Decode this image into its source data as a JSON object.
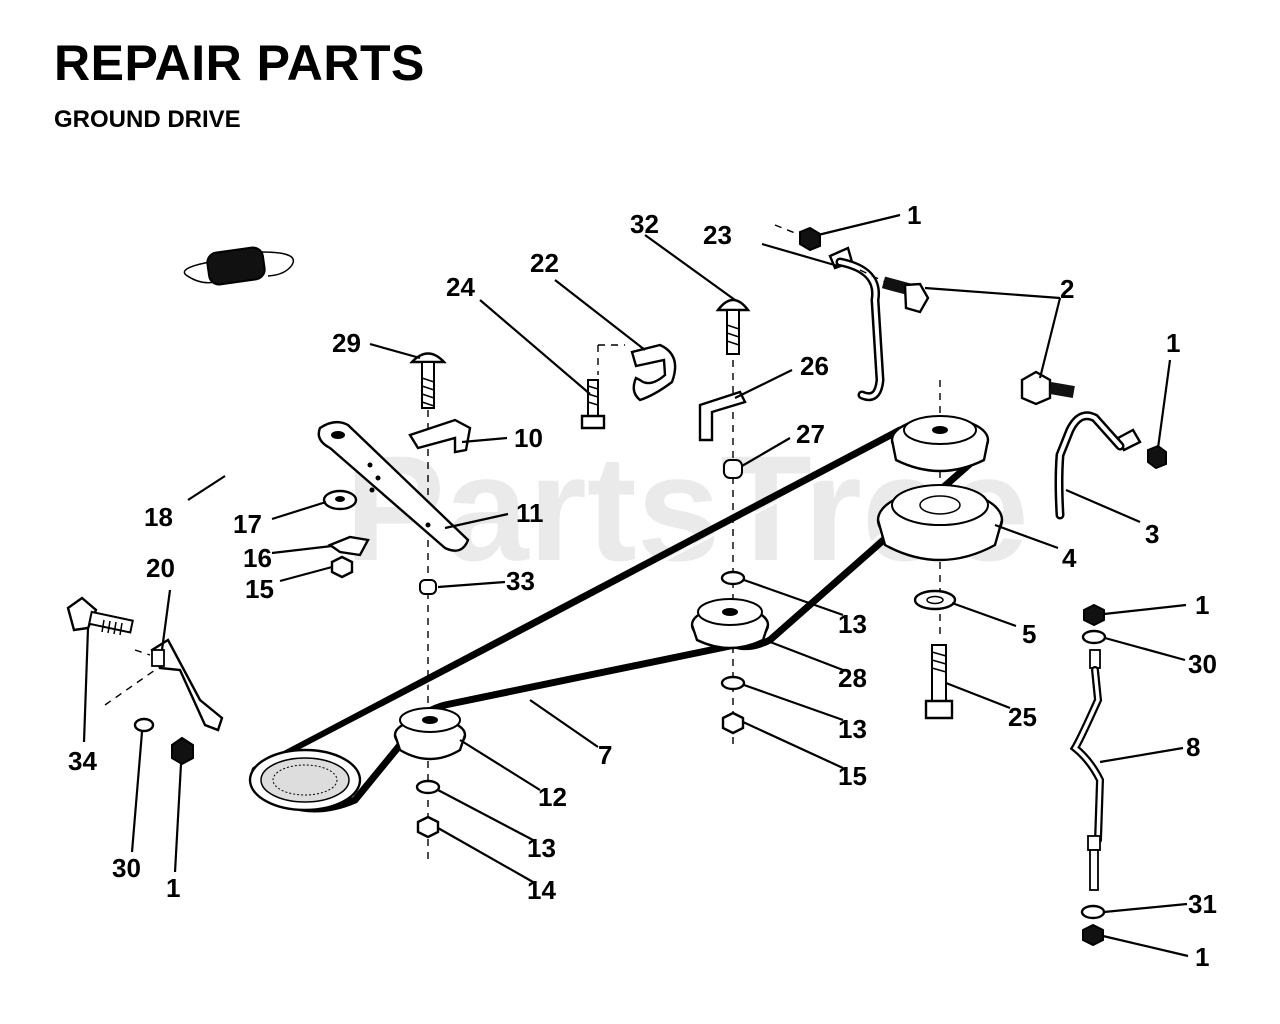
{
  "header": {
    "title": "REPAIR PARTS",
    "subtitle": "GROUND DRIVE"
  },
  "watermark": "PartsTree",
  "callouts": {
    "c1a": "1",
    "c1b": "1",
    "c1c": "1",
    "c1d": "1",
    "c1e": "1",
    "c2": "2",
    "c3": "3",
    "c4": "4",
    "c5": "5",
    "c7": "7",
    "c8": "8",
    "c10": "10",
    "c11": "11",
    "c12": "12",
    "c13a": "13",
    "c13b": "13",
    "c13c": "13",
    "c14": "14",
    "c15a": "15",
    "c15b": "15",
    "c16": "16",
    "c17": "17",
    "c18": "18",
    "c20": "20",
    "c22": "22",
    "c23": "23",
    "c24": "24",
    "c25": "25",
    "c26": "26",
    "c27": "27",
    "c28": "28",
    "c29": "29",
    "c30a": "30",
    "c30b": "30",
    "c31": "31",
    "c32": "32",
    "c33": "33",
    "c34": "34"
  }
}
